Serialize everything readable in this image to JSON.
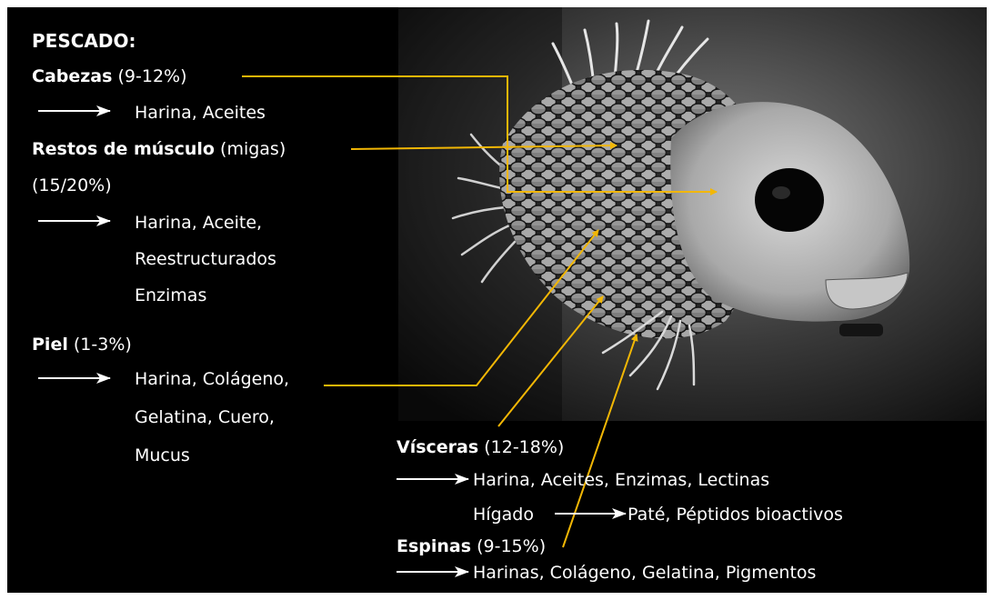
{
  "title": "PESCADO:",
  "colors": {
    "background": "#000000",
    "text": "#ffffff",
    "callout": "#f2b705",
    "arrow": "#ffffff"
  },
  "photo": {
    "subject": "fish-skeleton-photo"
  },
  "sections": {
    "cabezas": {
      "name": "Cabezas",
      "pct": "(9-12%)",
      "products": [
        "Harina, Aceites"
      ]
    },
    "restos": {
      "name": "Restos de músculo",
      "note": "(migas)",
      "pct": "(15/20%)",
      "products": [
        "Harina, Aceite,",
        "Reestructurados",
        "Enzimas"
      ]
    },
    "piel": {
      "name": "Piel",
      "pct": "(1-3%)",
      "products": [
        "Harina, Colágeno,",
        "Gelatina, Cuero,",
        "Mucus"
      ]
    },
    "visceras": {
      "name": "Vísceras",
      "pct": "(12-18%)",
      "products": [
        "Harina, Aceites, Enzimas, Lectinas"
      ],
      "sub_source": "Hígado",
      "sub_products": "Paté, Péptidos bioactivos"
    },
    "espinas": {
      "name": "Espinas",
      "pct": "(9-15%)",
      "products": [
        "Harinas, Colágeno, Gelatina, Pigmentos"
      ]
    }
  }
}
